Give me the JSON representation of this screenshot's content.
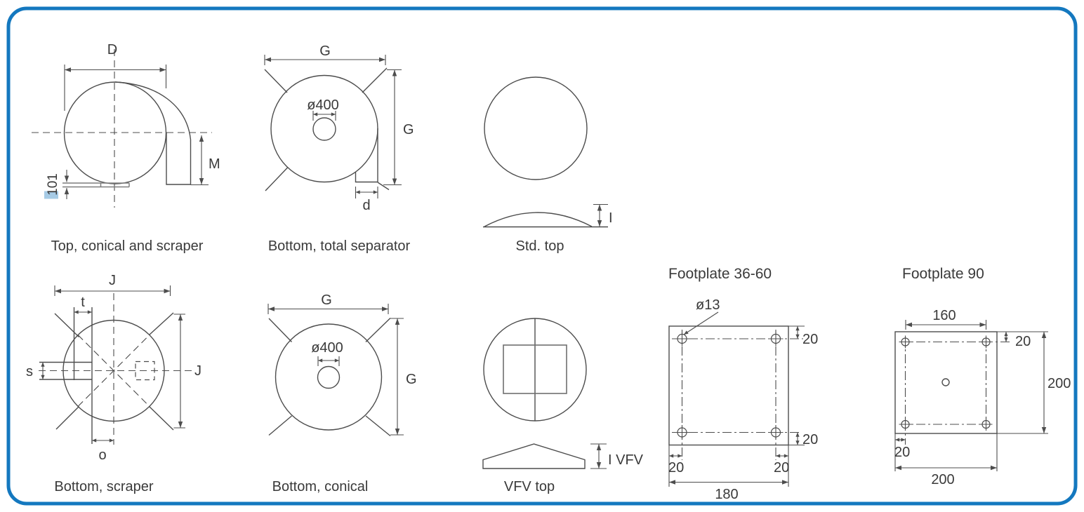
{
  "colors": {
    "border": "#1478bf",
    "line": "#4d4d4d",
    "light_line": "#7d7d7d",
    "text": "#3a3a3a",
    "highlight": "#a6cbe6"
  },
  "diagrams": {
    "top_conical_scraper": {
      "caption": "Top, conical and scraper",
      "dim_d": "D",
      "dim_m": "M",
      "dim_101": "101"
    },
    "bottom_total_separator": {
      "caption": "Bottom, total separator",
      "dim_g_top": "G",
      "dim_g_right": "G",
      "dim_hole": "ø400",
      "dim_d": "d"
    },
    "std_top": {
      "caption": "Std. top",
      "dim_i": "I"
    },
    "bottom_scraper": {
      "caption": "Bottom, scraper",
      "dim_j_top": "J",
      "dim_j_right": "J",
      "dim_t": "t",
      "dim_s": "s",
      "dim_o": "o"
    },
    "bottom_conical": {
      "caption": "Bottom, conical",
      "dim_g_top": "G",
      "dim_g_right": "G",
      "dim_hole": "ø400"
    },
    "vfv_top": {
      "caption": "VFV top",
      "dim_i_vfv": "I VFV"
    },
    "footplate_36_60": {
      "title": "Footplate 36-60",
      "dim_hole": "ø13",
      "dim_top_offset": "20",
      "dim_bottom_offset": "20",
      "dim_left_offset": "20",
      "dim_right_offset": "20",
      "dim_width": "180"
    },
    "footplate_90": {
      "title": "Footplate 90",
      "dim_hole_span": "160",
      "dim_top_offset": "20",
      "dim_left_offset": "20",
      "dim_height": "200",
      "dim_width": "200"
    }
  }
}
